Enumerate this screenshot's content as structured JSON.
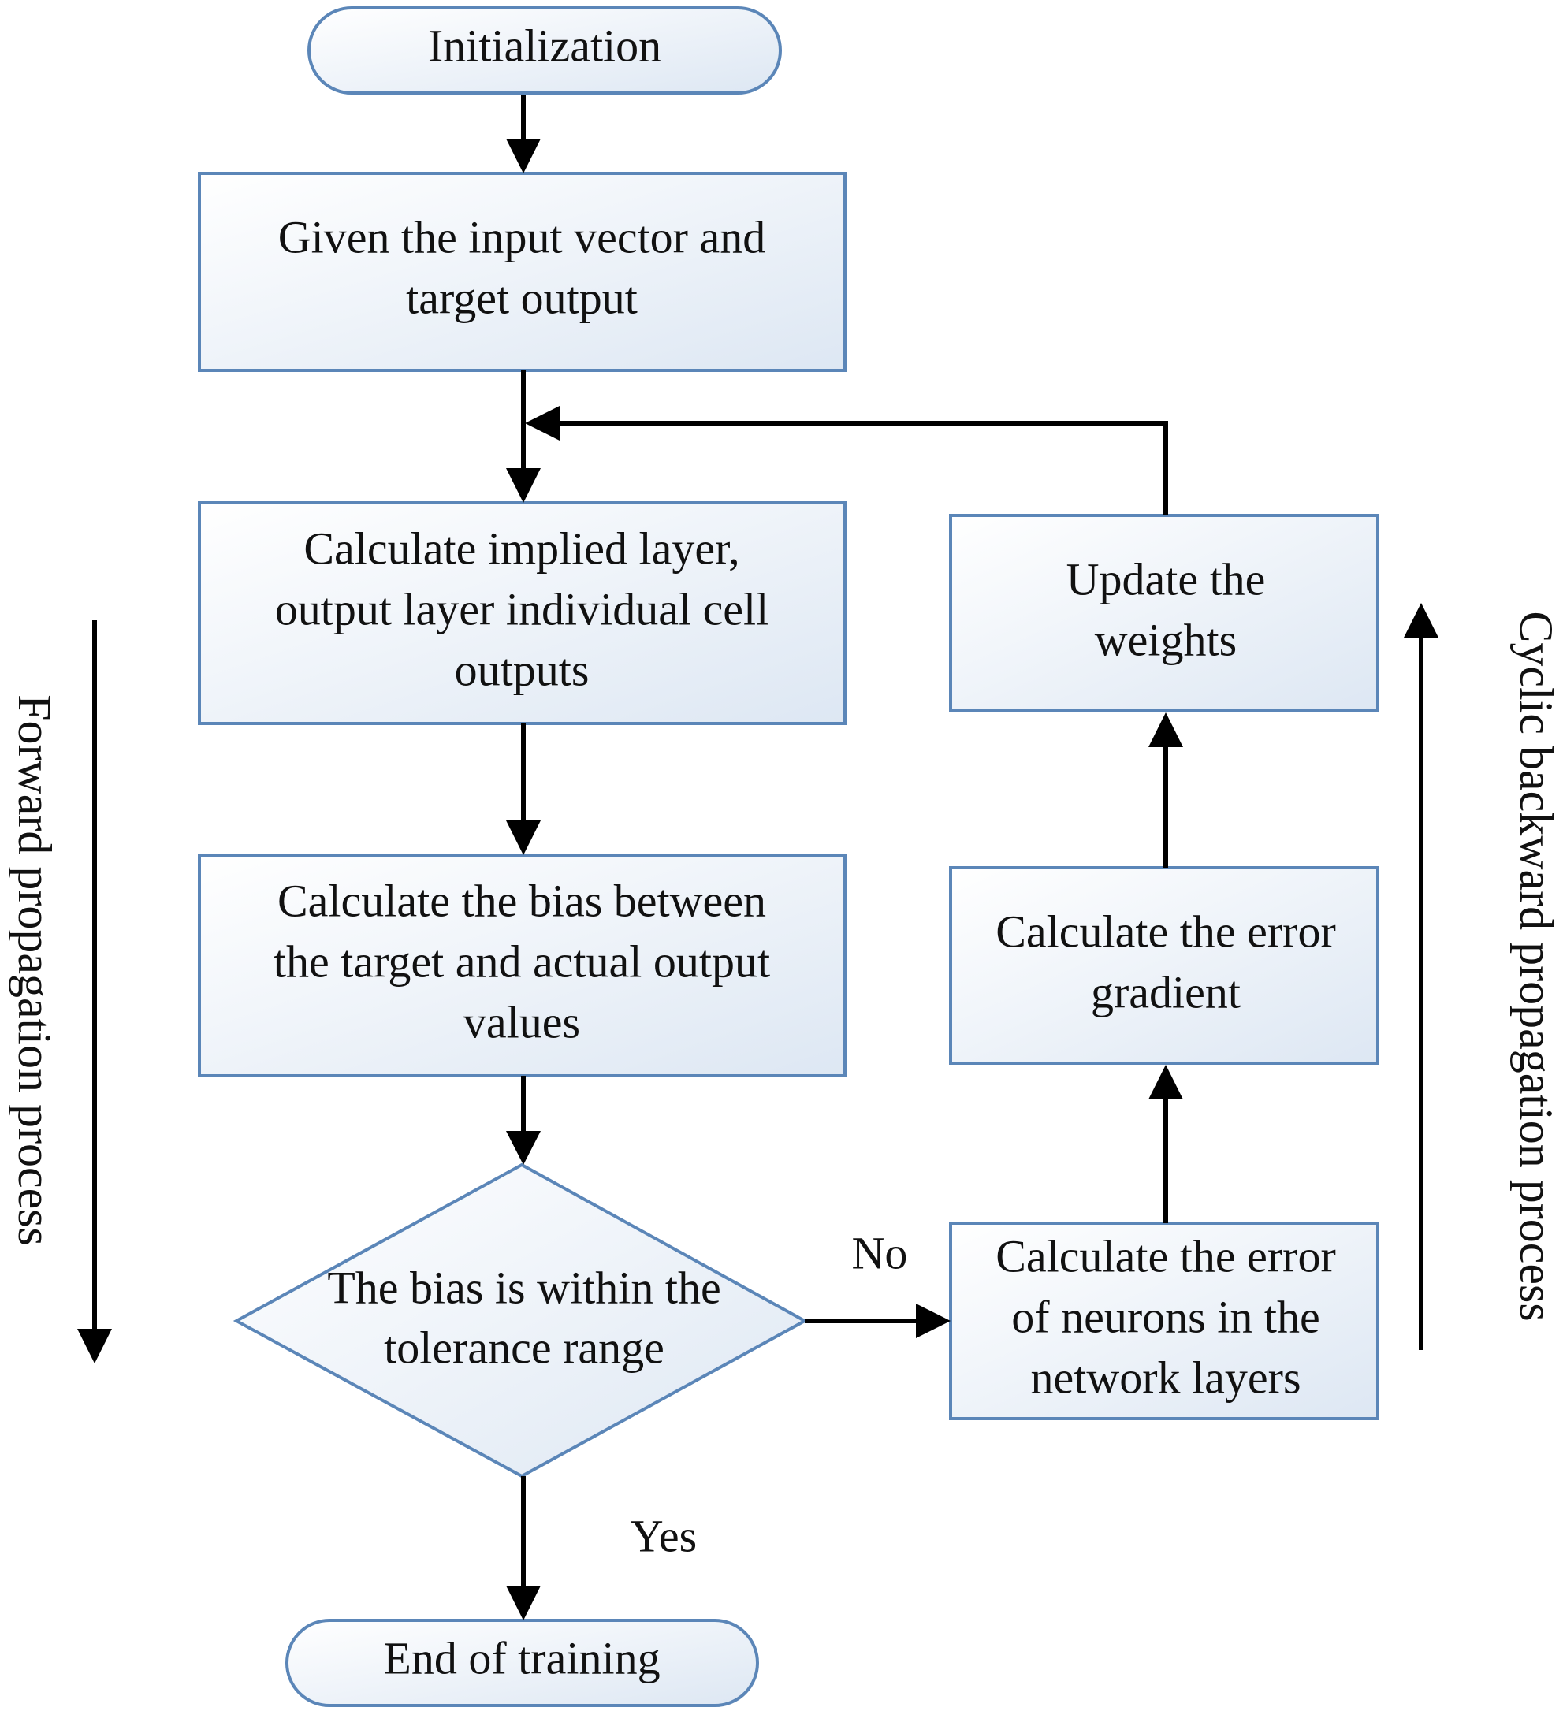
{
  "colors": {
    "box_stroke": "#5b86b8",
    "box_fill_start": "#ffffff",
    "box_fill_end": "#dde7f3",
    "connector": "#000000",
    "text": "#111111"
  },
  "nodes": {
    "initialization": {
      "lines": [
        "Initialization"
      ]
    },
    "given_input": {
      "lines": [
        "Given the input vector and",
        "target output"
      ]
    },
    "calc_outputs": {
      "lines": [
        "Calculate implied layer,",
        "output layer individual cell",
        "outputs"
      ]
    },
    "calc_bias": {
      "lines": [
        "Calculate the bias between",
        "the target and actual output",
        "values"
      ]
    },
    "decision": {
      "lines": [
        "The bias is within the",
        "tolerance range"
      ]
    },
    "end_training": {
      "lines": [
        "End of training"
      ]
    },
    "calc_neuron_error": {
      "lines": [
        "Calculate the error",
        "of neurons in the",
        "network layers"
      ]
    },
    "calc_gradient": {
      "lines": [
        "Calculate the error",
        "gradient"
      ]
    },
    "update_weights": {
      "lines": [
        "Update the",
        "weights"
      ]
    }
  },
  "edge_labels": {
    "no": "No",
    "yes": "Yes"
  },
  "side_labels": {
    "forward": "Forward propagation process",
    "backward": "Cyclic backward propagation process"
  }
}
